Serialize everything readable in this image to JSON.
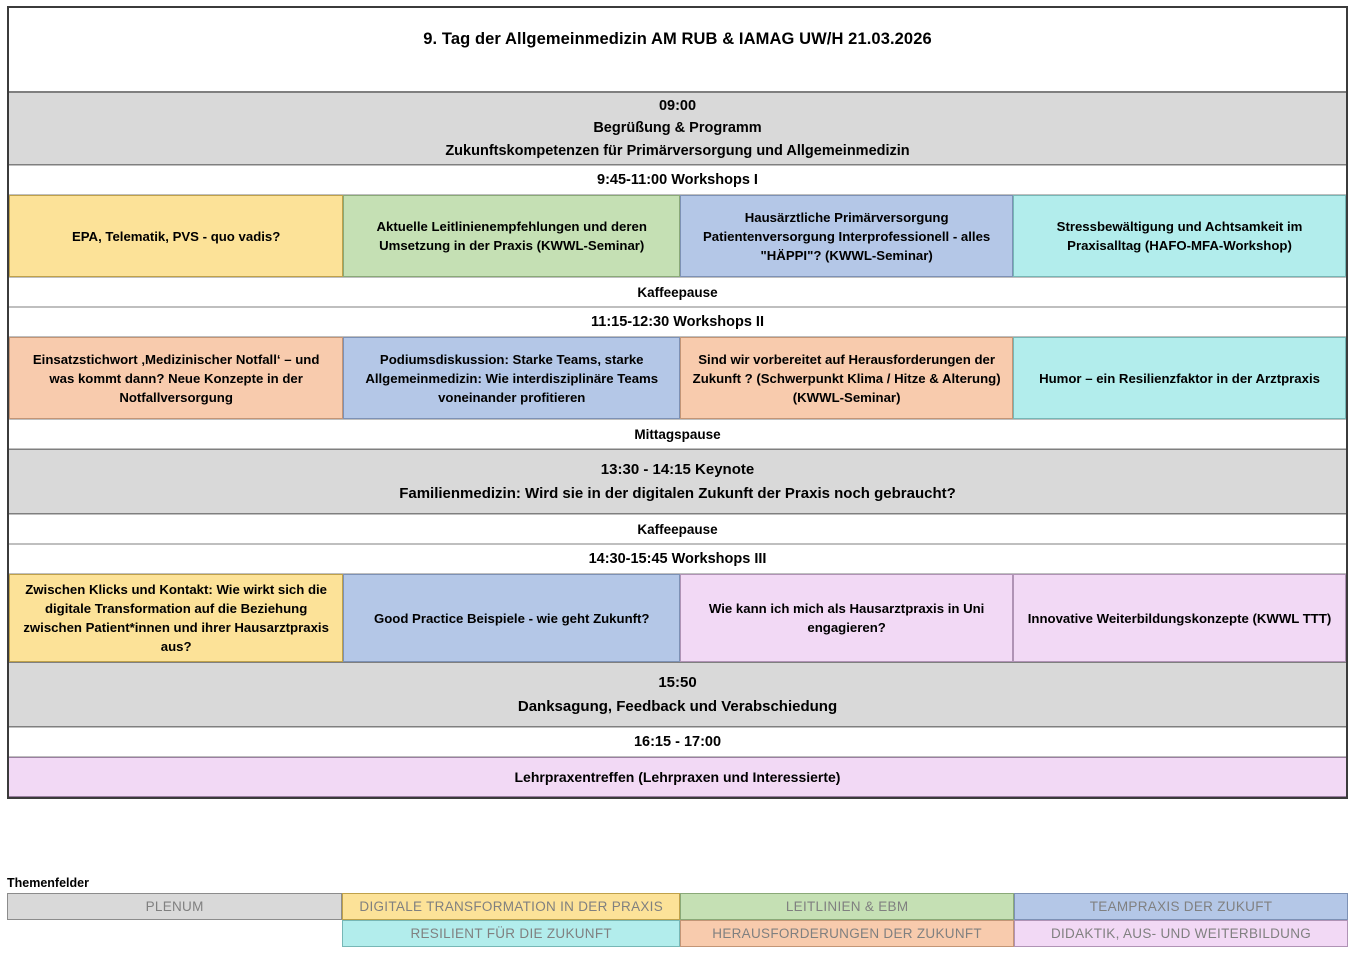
{
  "colors": {
    "plenum_grey": "#D9D9D9",
    "yellow": "#FCE298",
    "green": "#C5E0B4",
    "blue": "#B4C7E7",
    "cyan": "#B2EDEC",
    "orange": "#F8CBAD",
    "pink": "#F2D9F5",
    "border": "#3B3B3B",
    "legend_text": "#808080"
  },
  "title": "9. Tag der Allgemeinmedizin AM RUB & IAMAG UW/H 21.03.2026",
  "opening": {
    "time": "09:00",
    "line2": "Begrüßung & Programm",
    "line3": "Zukunftskompetenzen für Primärversorgung und Allgemeinmedizin"
  },
  "workshops1": {
    "header": "9:45-11:00    Workshops I",
    "items": [
      {
        "text": "EPA, Telematik, PVS  - quo vadis?",
        "color": "yellow"
      },
      {
        "text": "Aktuelle  Leitlinienempfehlungen und deren Umsetzung in der Praxis (KWWL-Seminar)",
        "color": "green"
      },
      {
        "text": "Hausärztliche Primärversorgung Patientenversorgung Interprofessionell - alles \"HÄPPI\"?  (KWWL-Seminar)",
        "color": "blue"
      },
      {
        "text": "Stressbewältigung und Achtsamkeit im Praxisalltag  (HAFO-MFA-Workshop)",
        "color": "cyan"
      }
    ]
  },
  "pause1": "Kaffeepause",
  "workshops2": {
    "header": "11:15-12:30    Workshops II",
    "items": [
      {
        "text": "Einsatzstichwort ‚Medizinischer Notfall‘ – und was kommt dann? Neue Konzepte in der Notfallversorgung",
        "color": "orange"
      },
      {
        "text": "Podiumsdiskussion: Starke Teams, starke Allgemeinmedizin: Wie interdisziplinäre Teams voneinander profitieren",
        "color": "blue"
      },
      {
        "text": "Sind wir vorbereitet auf Herausforderungen der Zukunft ? (Schwerpunkt Klima / Hitze & Alterung) (KWWL-Seminar)",
        "color": "orange"
      },
      {
        "text": "Humor – ein Resilienzfaktor in der Arztpraxis",
        "color": "cyan"
      }
    ]
  },
  "pause2": "Mittagspause",
  "keynote": {
    "time": "13:30 - 14:15 Keynote",
    "line2": "Familienmedizin: Wird sie in der digitalen Zukunft der Praxis noch gebraucht?"
  },
  "pause3": "Kaffeepause",
  "workshops3": {
    "header": "14:30-15:45    Workshops III",
    "items": [
      {
        "text": "Zwischen Klicks und Kontakt: Wie wirkt sich die digitale Transformation auf die Beziehung zwischen Patient*innen und ihrer Hausarztpraxis aus?",
        "color": "yellow"
      },
      {
        "text": "Good Practice Beispiele - wie geht Zukunft?",
        "color": "blue"
      },
      {
        "text": "Wie kann ich mich als Hausarztpraxis in Uni engagieren?",
        "color": "pink"
      },
      {
        "text": "Innovative Weiterbildungskonzepte (KWWL TTT)",
        "color": "pink"
      }
    ]
  },
  "closing": {
    "time": "15:50",
    "line2": "Danksagung, Feedback und Verabschiedung"
  },
  "evening": {
    "time": "16:15 - 17:00",
    "text": "Lehrpraxentreffen (Lehrpraxen und Interessierte)"
  },
  "legend": {
    "title": "Themenfelder",
    "row1": [
      {
        "label": "PLENUM",
        "color": "grey"
      },
      {
        "label": "DIGITALE TRANSFORMATION IN DER PRAXIS",
        "color": "yellow"
      },
      {
        "label": "LEITLINIEN & EBM",
        "color": "green"
      },
      {
        "label": "TEAMPRAXIS DER ZUKUFT",
        "color": "blue"
      }
    ],
    "row2": [
      {
        "label": "",
        "color": "none"
      },
      {
        "label": "RESILIENT FÜR DIE ZUKUNFT",
        "color": "cyan"
      },
      {
        "label": "HERAUSFORDERUNGEN DER ZUKUNFT",
        "color": "orange"
      },
      {
        "label": "DIDAKTIK, AUS- UND WEITERBILDUNG",
        "color": "pink"
      }
    ]
  }
}
